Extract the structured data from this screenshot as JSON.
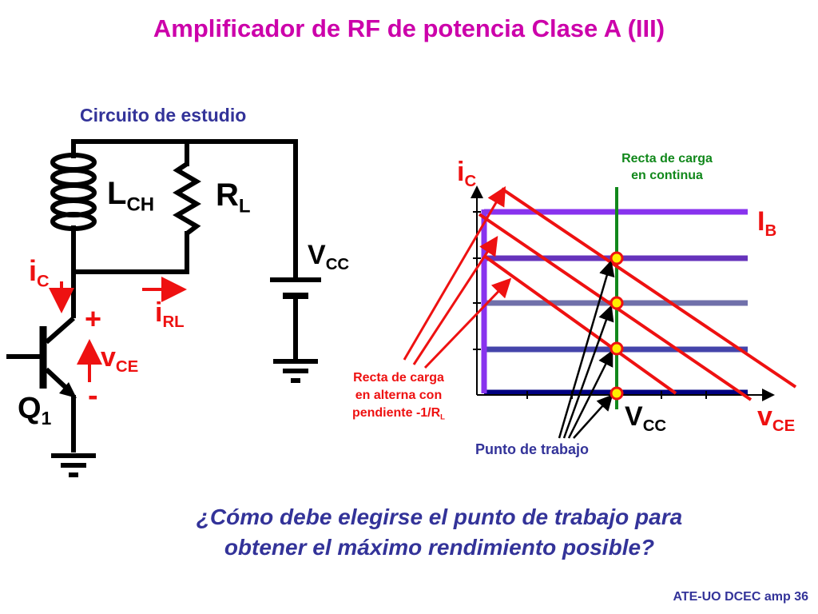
{
  "title": "Amplificador de RF de potencia Clase A (III)",
  "circuit": {
    "subtitle": "Circuito de estudio",
    "lch": {
      "main": "L",
      "sub": "CH"
    },
    "rl": {
      "main": "R",
      "sub": "L"
    },
    "vcc": {
      "main": "V",
      "sub": "CC"
    },
    "ic": {
      "main": "i",
      "sub": "C"
    },
    "irl": {
      "main": "i",
      "sub": "RL"
    },
    "vce": {
      "main": "v",
      "sub": "CE"
    },
    "plus": "+",
    "minus": "-",
    "q1": {
      "main": "Q",
      "sub": "1"
    }
  },
  "graph": {
    "y_axis": {
      "main": "i",
      "sub": "C"
    },
    "x_axis": {
      "main": "v",
      "sub": "CE"
    },
    "ib": {
      "main": "I",
      "sub": "B"
    },
    "vcc": {
      "main": "V",
      "sub": "CC"
    },
    "dc_load_line": [
      "Recta de carga",
      "en continua"
    ],
    "ac_load_line": [
      "Recta de carga",
      "en alterna con",
      "pendiente -1/R",
      "L"
    ],
    "operating_point": "Punto de trabajo"
  },
  "question": [
    "¿Cómo debe elegirse el punto de trabajo para",
    "obtener el máximo rendimiento posible?"
  ],
  "footer": "ATE-UO DCEC amp 36",
  "colors": {
    "title": "#cc00aa",
    "navy": "#333399",
    "red": "#ee1111",
    "green": "#11881b",
    "violet": "#8833ee",
    "yellow": "#ffee00"
  }
}
